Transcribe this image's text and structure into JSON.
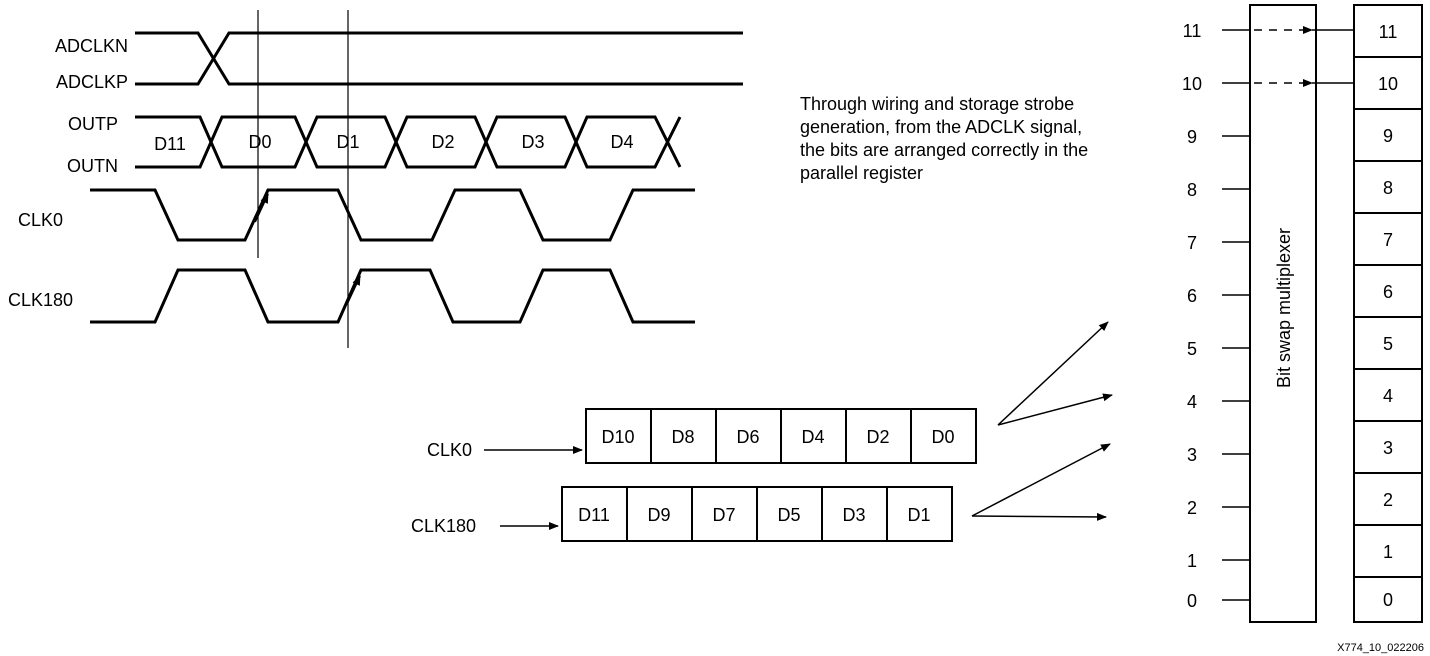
{
  "timing": {
    "signals": {
      "adclkn": "ADCLKN",
      "adclkp": "ADCLKP",
      "outp": "OUTP",
      "outn": "OUTN",
      "clk0": "CLK0",
      "clk180": "CLK180"
    },
    "data_bits": [
      "D11",
      "D0",
      "D1",
      "D2",
      "D3",
      "D4"
    ]
  },
  "note": "Through wiring and storage strobe\ngeneration, from the ADCLK signal,\nthe bits are arranged correctly in the\nparallel register",
  "registers": {
    "clk0": {
      "label": "CLK0",
      "cells": [
        "D10",
        "D8",
        "D6",
        "D4",
        "D2",
        "D0"
      ]
    },
    "clk180": {
      "label": "CLK180",
      "cells": [
        "D11",
        "D9",
        "D7",
        "D5",
        "D3",
        "D1"
      ]
    }
  },
  "multiplexer": {
    "label": "Bit swap multiplexer",
    "inputs": [
      "11",
      "10",
      "9",
      "8",
      "7",
      "6",
      "5",
      "4",
      "3",
      "2",
      "1",
      "0"
    ]
  },
  "parallel_register": {
    "cells": [
      "11",
      "10",
      "9",
      "8",
      "7",
      "6",
      "5",
      "4",
      "3",
      "2",
      "1",
      "0"
    ]
  },
  "figure_id": "X774_10_022206"
}
